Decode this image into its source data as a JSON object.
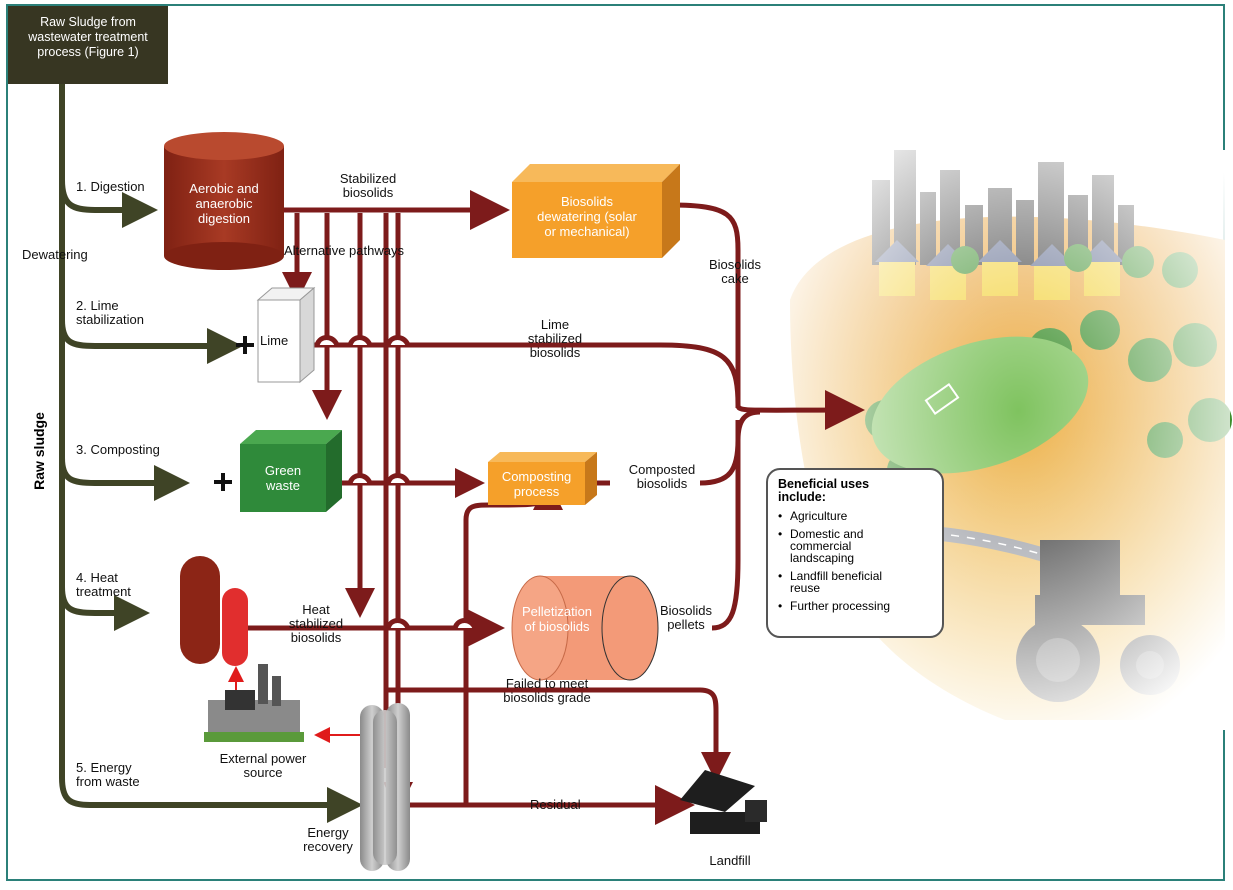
{
  "header": {
    "source_box": "Raw Sludge from\nwastewater treatment\nprocess  (Figure 1)"
  },
  "side_label": "Raw sludge",
  "dewatering_label": "Dewatering",
  "steps": {
    "digestion": "1. Digestion",
    "lime": "2. Lime\nstabilization",
    "composting": "3. Composting",
    "heat": "4. Heat\ntreatment",
    "energy": "5. Energy\nfrom waste"
  },
  "units": {
    "digester": "Aerobic and\nanaerobic\ndigestion",
    "dewatering_unit": "Biosolids\ndewatering (solar\nor mechanical)",
    "lime": "Lime",
    "green_waste": "Green\nwaste",
    "composting_process": "Composting\nprocess",
    "pelletization": "Pelletization\nof biosolids",
    "external_power": "External power\nsource",
    "energy_recovery": "Energy\nrecovery",
    "landfill": "Landfill"
  },
  "flows": {
    "stabilized": "Stabilized\nbiosolids",
    "alternative": "Alternative pathways",
    "cake": "Biosolids\ncake",
    "lime_stabilized": "Lime\nstabilized\nbiosolids",
    "composted": "Composted\nbiosolids",
    "heat_stabilized": "Heat\nstabilized\nbiosolids",
    "pellets": "Biosolids\npellets",
    "failed": "Failed to meet\nbiosolids grade",
    "residual": "Residual"
  },
  "beneficial": {
    "title": "Beneficial uses\ninclude:",
    "items": [
      "Agriculture",
      "Domestic and\ncommercial\nlandscaping",
      "Landfill beneficial\nreuse",
      "Further processing"
    ]
  },
  "colors": {
    "flow_dark_red": "#7d1b1b",
    "trunk_olive": "#3f4426",
    "box_orange": "#f5a02a",
    "digester_brown": "#96301e",
    "green_waste": "#2f8a3a",
    "power_arrow_red": "#e01b1b",
    "frame_teal": "#2b8079"
  }
}
